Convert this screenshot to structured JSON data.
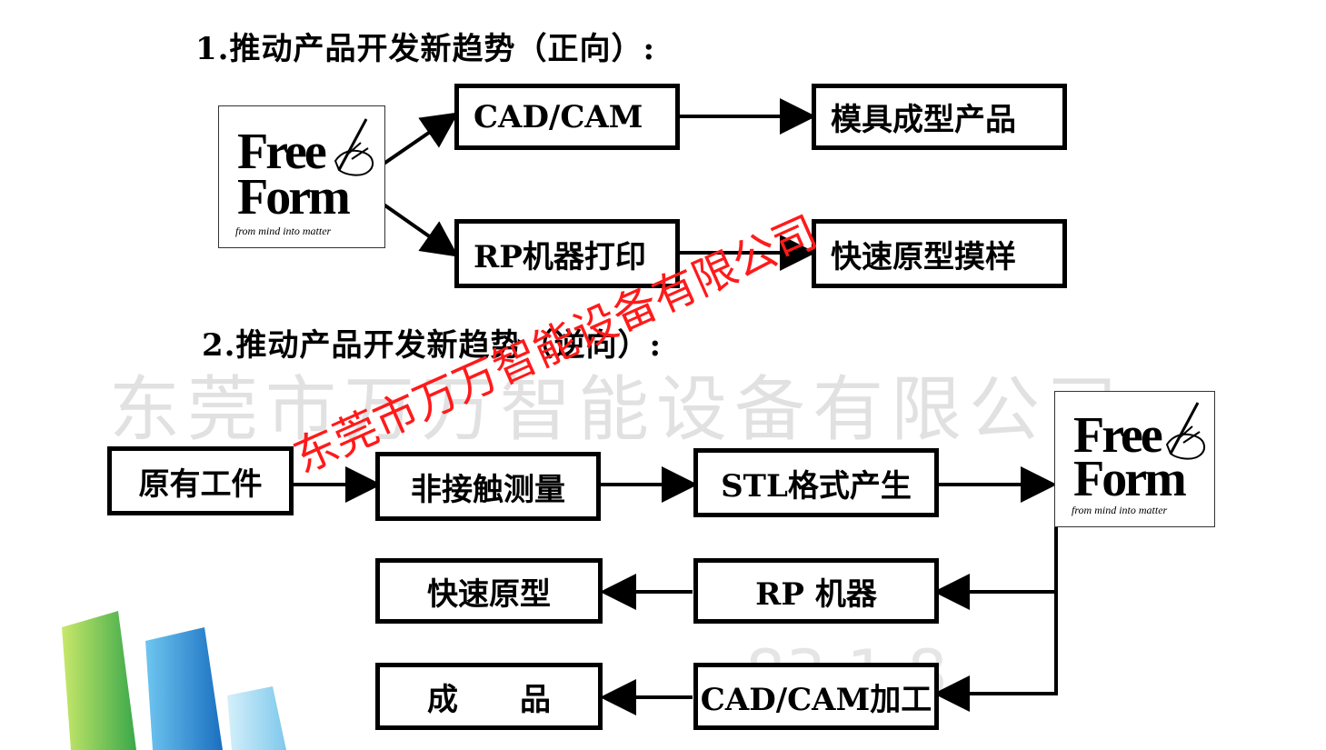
{
  "heading_forward": "1.推动产品开发新趋势（正向）:",
  "heading_reverse": "2.推动产品开发新趋势（逆向）:",
  "forward": {
    "cad_cam": "CAD/CAM",
    "mold_product": "模具成型产品",
    "rp_print": "RP机器打印",
    "rapid_prototype_sample": "快速原型摸样"
  },
  "reverse": {
    "original_part": "原有工件",
    "non_contact_measure": "非接触测量",
    "stl_format": "STL格式产生",
    "rapid_prototype": "快速原型",
    "rp_machine": "RP 机器",
    "finished_product": "成　　品",
    "cad_cam_machining": "CAD/CAM加工"
  },
  "logo": {
    "line1": "Free",
    "line2": "Form",
    "tagline": "from mind into matter"
  },
  "watermark": {
    "gray": "东莞市万万智能设备有限公司",
    "red": "东莞市万万智能设备有限公司",
    "digits": "83 1  8"
  },
  "colors": {
    "border": "#000000",
    "watermark_red": "#ff1a1a",
    "watermark_gray": "#aaaaaa",
    "bar_green": "#5cc24a",
    "bar_blue": "#2a8fd8",
    "bar_lightblue": "#8fd3f2"
  }
}
